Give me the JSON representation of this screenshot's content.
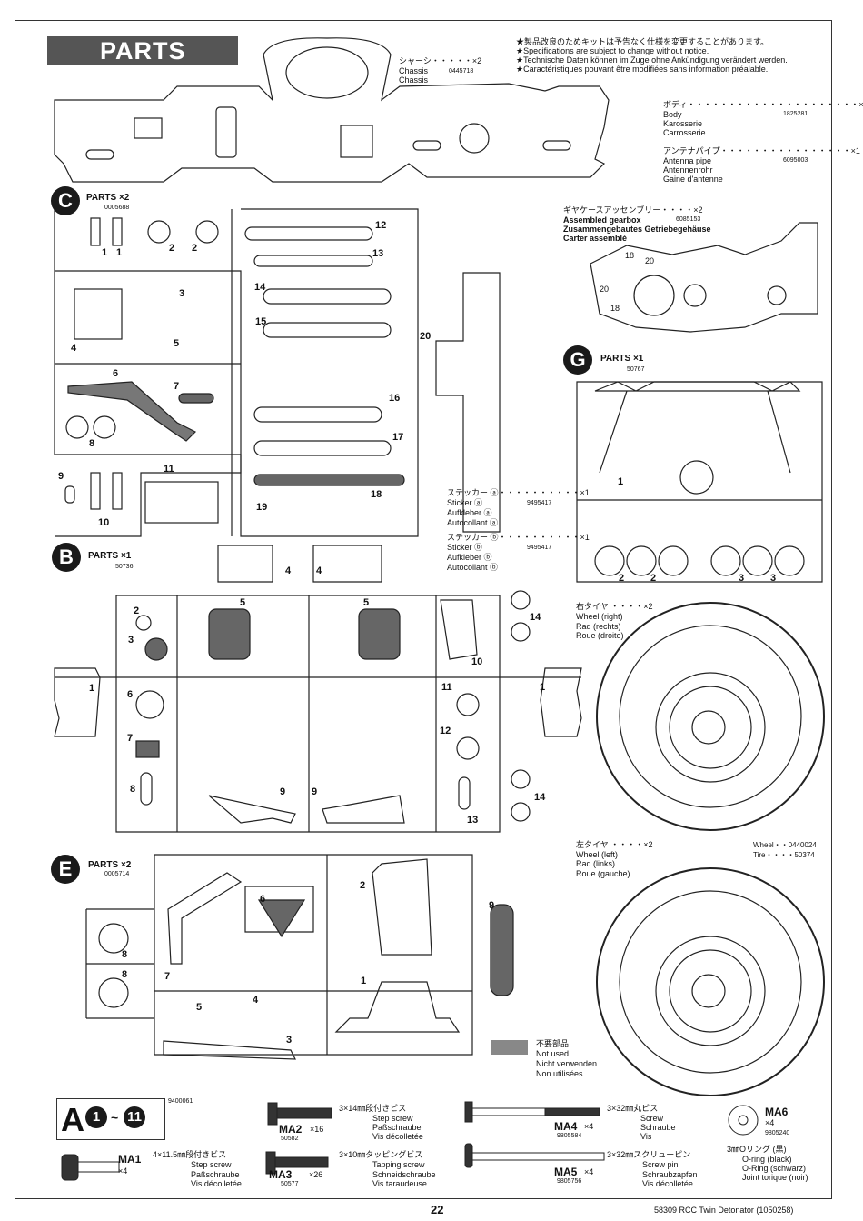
{
  "header": {
    "title": "PARTS",
    "notices": [
      "★製品改良のためキットは予告なく仕様を変更することがあります。",
      "★Specifications are subject to change without notice.",
      "★Technische Daten können im Zuge ohne Ankündigung verändert werden.",
      "★Caractéristiques pouvant être modifiées sans information préalable."
    ]
  },
  "chassis": {
    "jp": "シャーシ・・・・・×2",
    "en": "Chassis",
    "de": "Chassis",
    "code": "0445718"
  },
  "body": {
    "jp": "ボディ・・・・・・・・・・・・・・・・・・・・・×1",
    "en": "Body",
    "de": "Karosserie",
    "fr": "Carrosserie",
    "code": "1825281"
  },
  "antenna": {
    "jp": "アンテナパイプ・・・・・・・・・・・・・・・・×1",
    "en": "Antenna pipe",
    "de": "Antennenrohr",
    "fr": "Gaine d'antenne",
    "code": "6095003"
  },
  "gearbox": {
    "jp": "ギヤケースアッセンブリー・・・・×2",
    "en": "Assembled gearbox",
    "code": "6085153",
    "de": "Zusammengebautes Getriebegehäuse",
    "fr": "Carter assemblé",
    "labels": [
      "18",
      "20",
      "20",
      "18"
    ]
  },
  "partsC": {
    "letter": "C",
    "title": "PARTS",
    "qty": "×2",
    "code": "0005688",
    "labels": [
      "1",
      "1",
      "2",
      "2",
      "3",
      "4",
      "5",
      "6",
      "7",
      "8",
      "9",
      "10",
      "11",
      "12",
      "13",
      "14",
      "15",
      "16",
      "17",
      "18",
      "19",
      "20"
    ]
  },
  "partsG": {
    "letter": "G",
    "title": "PARTS",
    "qty": "×1",
    "code": "50767",
    "labels": [
      "1",
      "2",
      "2",
      "3",
      "3"
    ]
  },
  "stickerA": {
    "jp": "ステッカー ⓐ・・・・・・・・・・×1",
    "en": "Sticker ⓐ",
    "de": "Aufkleber ⓐ",
    "fr": "Autocollant ⓐ",
    "code": "9495417"
  },
  "stickerB": {
    "jp": "ステッカー ⓑ・・・・・・・・・・×1",
    "en": "Sticker ⓑ",
    "de": "Aufkleber ⓑ",
    "fr": "Autocollant ⓑ",
    "code": "9495417"
  },
  "partsB": {
    "letter": "B",
    "title": "PARTS",
    "qty": "×1",
    "code": "50736",
    "labels": [
      "4",
      "4",
      "5",
      "5",
      "2",
      "3",
      "1",
      "6",
      "7",
      "8",
      "9",
      "9",
      "10",
      "11",
      "12",
      "13",
      "14",
      "14",
      "1"
    ]
  },
  "wheelRight": {
    "jp": "右タイヤ ・・・・×2",
    "en": "Wheel (right)",
    "de": "Rad (rechts)",
    "fr": "Roue (droite)"
  },
  "wheelLeft": {
    "jp": "左タイヤ ・・・・×2",
    "en": "Wheel (left)",
    "de": "Rad (links)",
    "fr": "Roue (gauche)"
  },
  "wheelCodes": {
    "wheel": "Wheel・・0440024",
    "tire": "Tire・・・・50374"
  },
  "partsE": {
    "letter": "E",
    "title": "PARTS",
    "qty": "×2",
    "code": "0005714",
    "labels": [
      "6",
      "2",
      "9",
      "8",
      "8",
      "7",
      "1",
      "5",
      "4",
      "3"
    ]
  },
  "notUsed": {
    "jp": "不要部品",
    "en": "Not used",
    "de": "Nicht verwenden",
    "fr": "Non utilisées"
  },
  "bagA": {
    "letter": "A",
    "from": "1",
    "to": "11",
    "tilde": "~",
    "code": "9400061"
  },
  "screws": [
    {
      "id": "MA1",
      "qty": "×4",
      "jp": "4×11.5㎜段付きビス",
      "en": "Step screw",
      "de": "Paßschraube",
      "fr": "Vis décolletée"
    },
    {
      "id": "MA2",
      "qty": "×16",
      "code": "50582",
      "jp": "3×14㎜段付きビス",
      "en": "Step screw",
      "de": "Paßschraube",
      "fr": "Vis décolletée"
    },
    {
      "id": "MA3",
      "qty": "×26",
      "code": "50577",
      "jp": "3×10㎜タッピングビス",
      "en": "Tapping screw",
      "de": "Schneidschraube",
      "fr": "Vis taraudeuse"
    },
    {
      "id": "MA4",
      "qty": "×4",
      "code": "9805584",
      "jp": "3×32㎜丸ビス",
      "en": "Screw",
      "de": "Schraube",
      "fr": "Vis"
    },
    {
      "id": "MA5",
      "qty": "×4",
      "code": "9805756",
      "jp": "3×32㎜スクリューピン",
      "en": "Screw pin",
      "de": "Schraubzapfen",
      "fr": "Vis décolletée"
    },
    {
      "id": "MA6",
      "qty": "×4",
      "code": "9805240",
      "jp": "3㎜Oリング (黒)",
      "en": "O-ring (black)",
      "de": "O-Ring (schwarz)",
      "fr": "Joint torique (noir)"
    }
  ],
  "footer": {
    "page": "22",
    "product": "58309 RCC Twin Detonator (1050258)"
  }
}
